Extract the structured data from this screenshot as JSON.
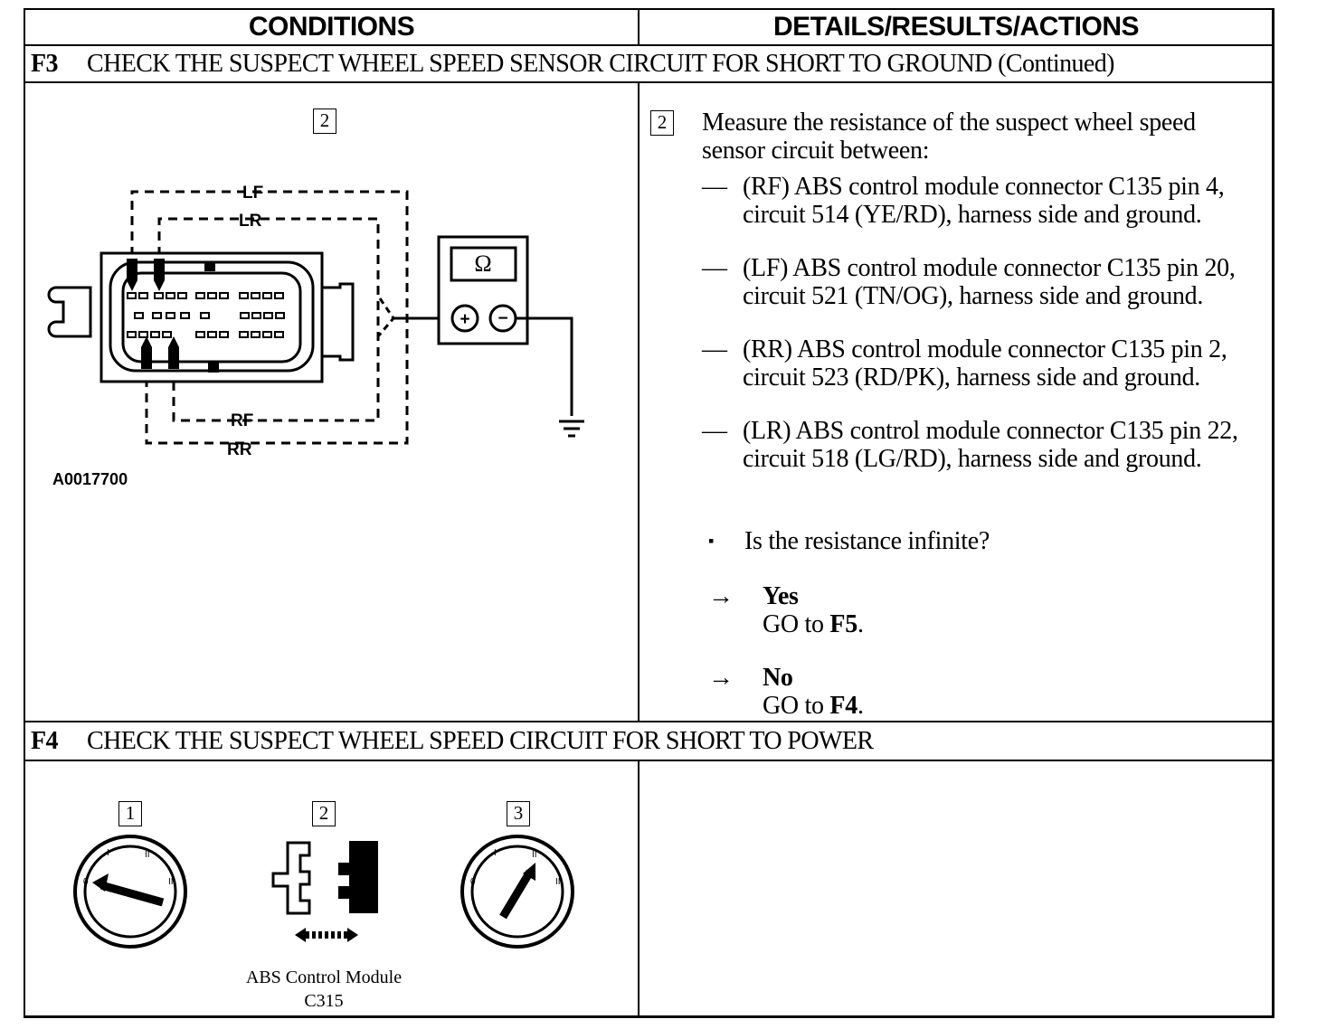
{
  "table": {
    "col_conditions": "CONDITIONS",
    "col_details": "DETAILS/RESULTS/ACTIONS"
  },
  "f3": {
    "code": "F3",
    "title": "CHECK THE SUSPECT WHEEL SPEED SENSOR CIRCUIT FOR SHORT TO GROUND (Continued)",
    "diagram": {
      "step_box": "2",
      "labels": {
        "lf": "LF",
        "lr": "LR",
        "rf": "RF",
        "rr": "RR"
      },
      "meter_symbol": "Ω",
      "plus": "+",
      "minus": "−",
      "figure_id": "A0017700"
    },
    "step": {
      "number": "2",
      "intro": "Measure the resistance of the suspect wheel speed sensor circuit between:",
      "items": [
        {
          "dash": "—",
          "text": "(RF) ABS control module connector C135 pin 4, circuit 514 (YE/RD), harness side and ground."
        },
        {
          "dash": "—",
          "text": "(LF) ABS control module connector C135 pin 20, circuit 521 (TN/OG), harness side and ground."
        },
        {
          "dash": "—",
          "text": "(RR) ABS control module connector C135 pin 2, circuit 523 (RD/PK), harness side and ground."
        },
        {
          "dash": "—",
          "text": "(LR) ABS control module connector C135 pin 22, circuit 518 (LG/RD), harness side and ground."
        }
      ],
      "bullet": "▪",
      "question": "Is the resistance infinite?",
      "answers": [
        {
          "arrow": "→",
          "label": "Yes",
          "go_prefix": "GO to ",
          "target": "F5",
          "suffix": "."
        },
        {
          "arrow": "→",
          "label": "No",
          "go_prefix": "GO to ",
          "target": "F4",
          "suffix": "."
        }
      ]
    }
  },
  "f4": {
    "code": "F4",
    "title": "CHECK THE SUSPECT WHEEL SPEED CIRCUIT FOR SHORT TO POWER",
    "figures": [
      {
        "box": "1",
        "marks": [
          "0",
          "I",
          "II",
          "III"
        ]
      },
      {
        "box": "2",
        "caption_line1": "ABS Control Module",
        "caption_line2": "C315"
      },
      {
        "box": "3",
        "marks": [
          "0",
          "I",
          "II",
          "III"
        ]
      }
    ]
  }
}
